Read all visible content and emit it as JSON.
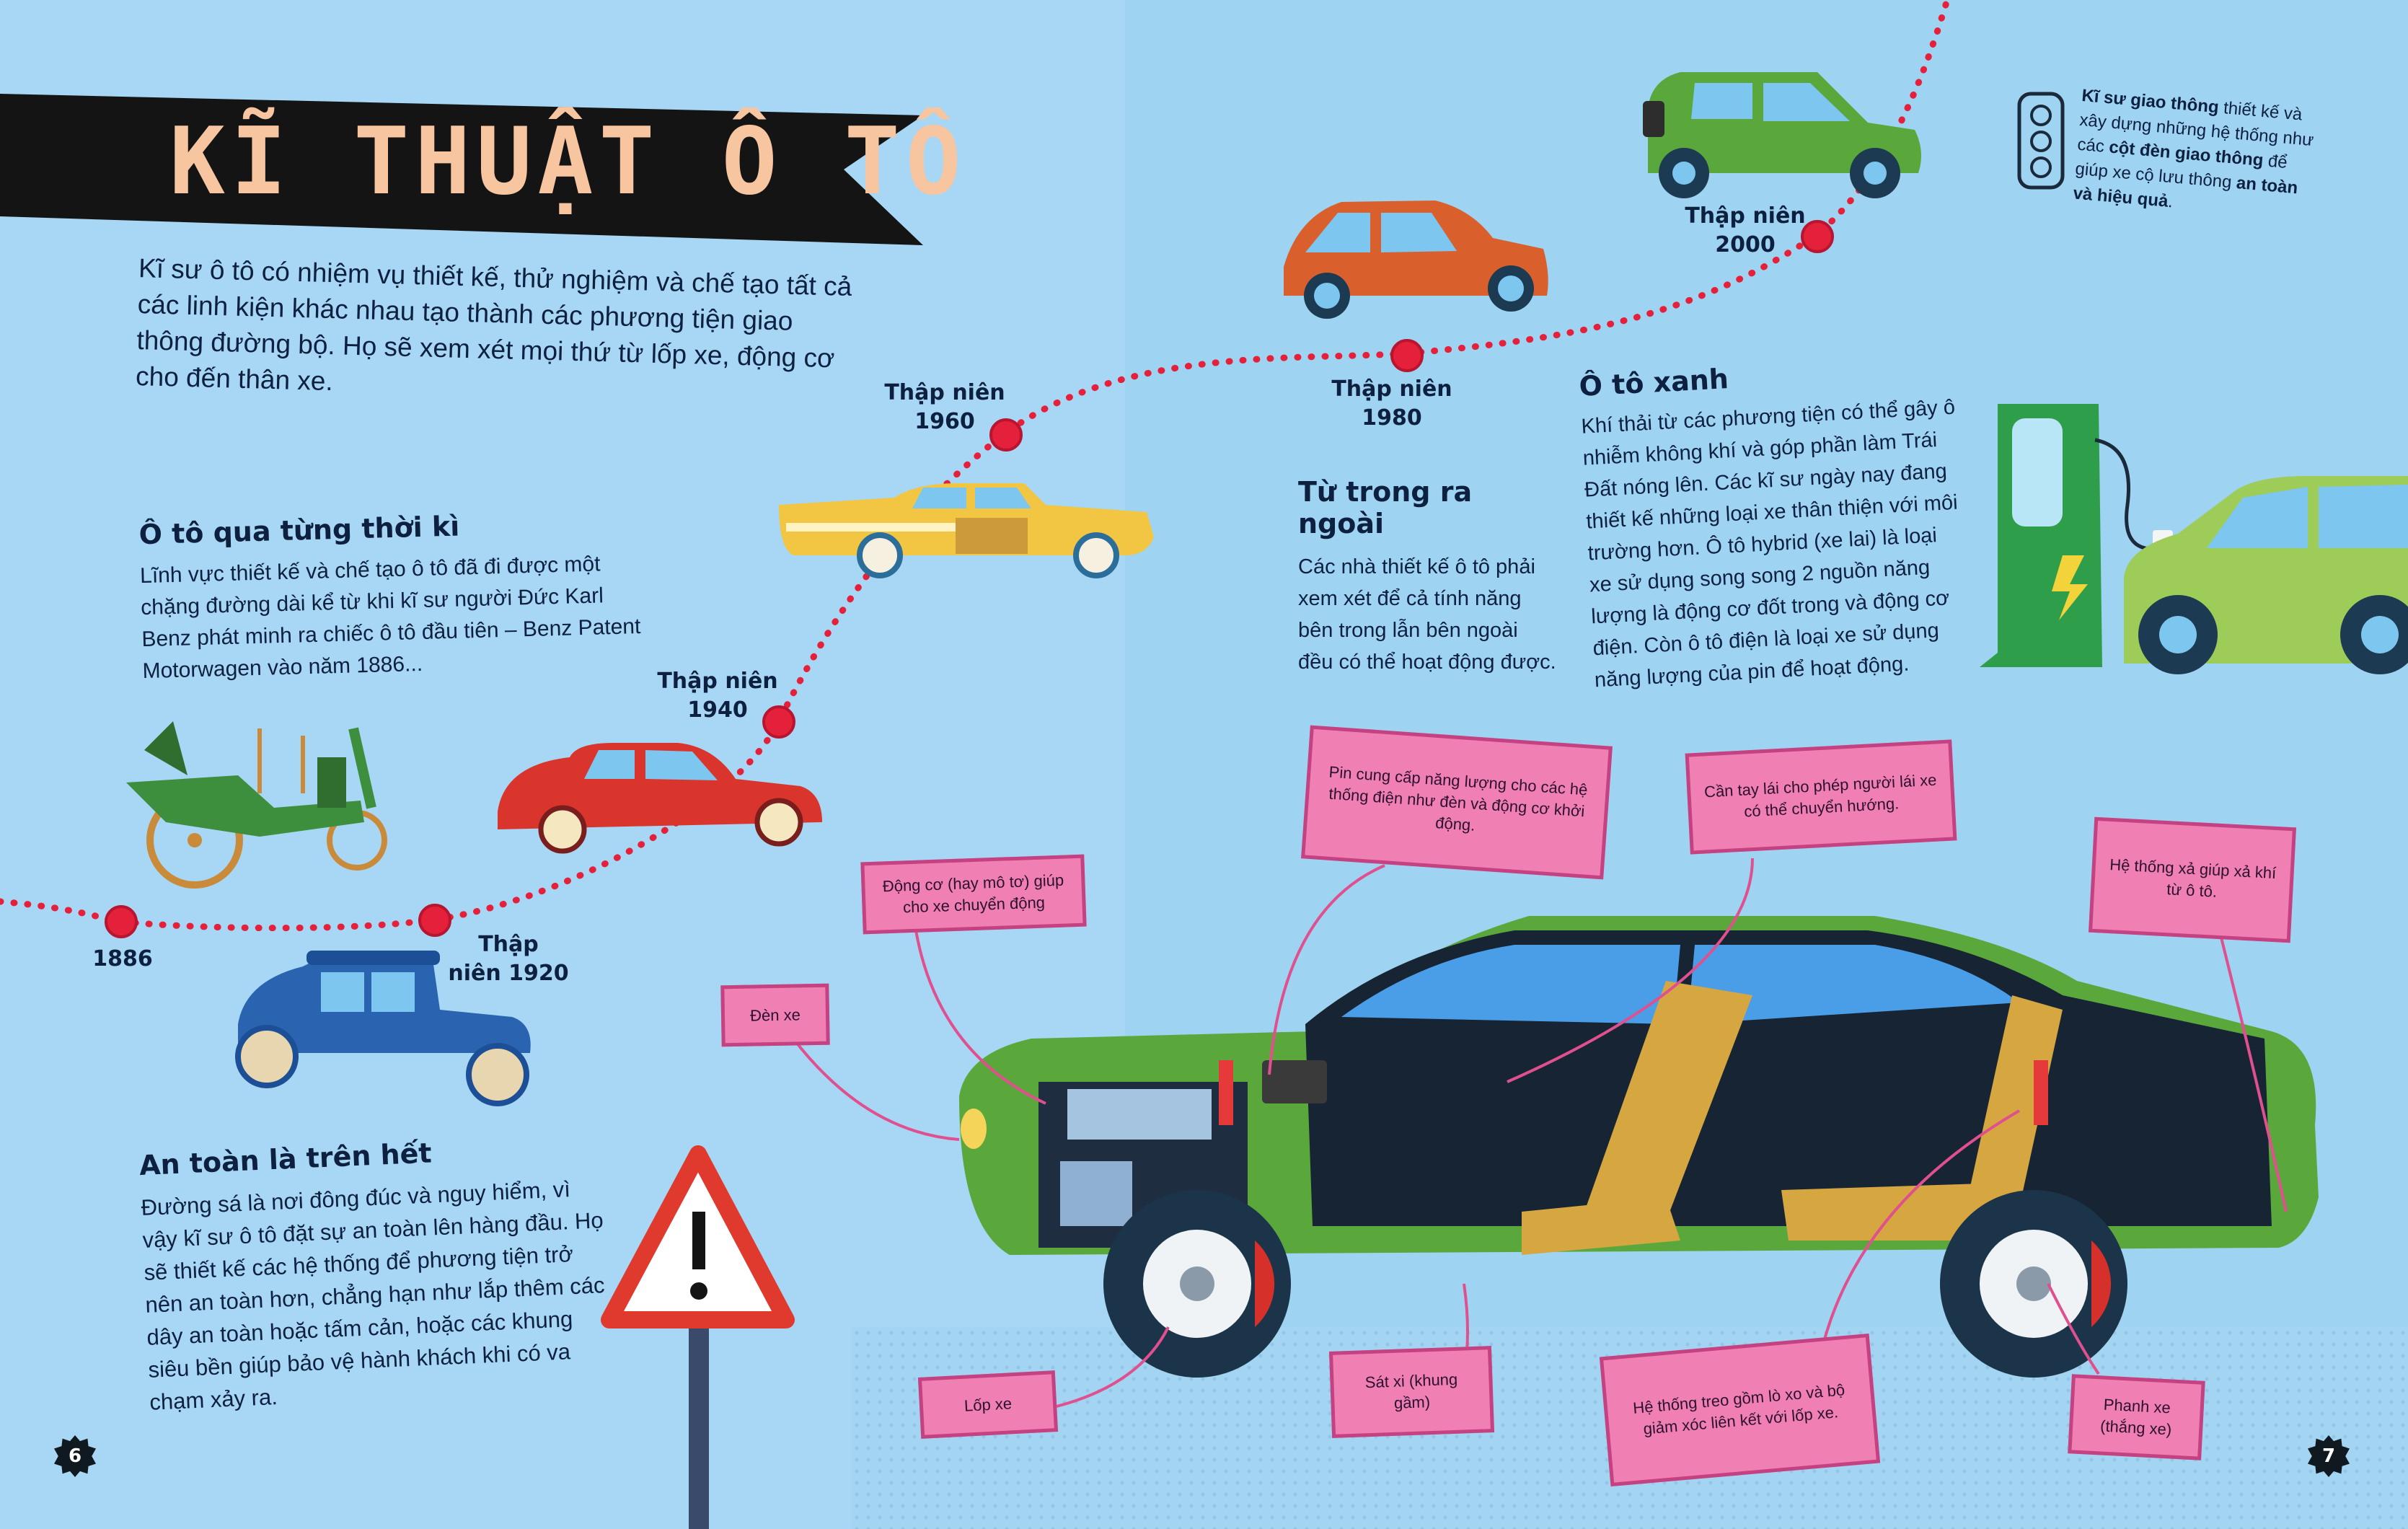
{
  "title": "KĨ THUẬT Ô TÔ",
  "intro": "Kĩ sư ô tô có nhiệm vụ thiết kế, thử nghiệm và chế tạo tất cả các linh kiện khác nhau tạo thành các phương tiện giao thông đường bộ. Họ sẽ xem xét mọi thứ từ lốp xe, động cơ cho đến thân xe.",
  "history": {
    "heading": "Ô tô qua từng thời kì",
    "text": "Lĩnh vực thiết kế và chế tạo ô tô đã đi được một chặng đường dài kể từ khi kĩ sư người Đức Karl Benz phát minh ra chiếc ô tô đầu tiên – Benz Patent Motorwagen vào năm 1886..."
  },
  "safety": {
    "heading": "An toàn là trên hết",
    "text": "Đường sá là nơi đông đúc và nguy hiểm, vì vậy kĩ sư ô tô đặt sự an toàn lên hàng đầu. Họ sẽ thiết kế các hệ thống để phương tiện trở nên an toàn hơn, chẳng hạn như lắp thêm các dây an toàn hoặc tấm cản, hoặc các khung siêu bền giúp bảo vệ hành khách khi có va chạm xảy ra."
  },
  "inside_out": {
    "heading": "Từ trong ra ngoài",
    "text": "Các nhà thiết kế ô tô phải xem xét để cả tính năng bên trong lẫn bên ngoài đều có thể hoạt động được."
  },
  "green_car": {
    "heading": "Ô tô xanh",
    "text": "Khí thải từ các phương tiện có thể gây ô nhiễm không khí và góp phần làm Trái Đất nóng lên. Các kĩ sư ngày nay đang thiết kế những loại xe thân thiện với môi trường hơn. Ô tô hybrid (xe lai) là loại xe sử dụng song song 2 nguồn năng lượng là động cơ đốt trong và động cơ điện. Còn ô tô điện là loại xe sử dụng năng lượng của pin để hoạt động."
  },
  "traffic_note": {
    "text_1": "Kĩ sư giao thông",
    "text_2": " thiết kế và xây dựng những hệ thống như các ",
    "text_3": "cột đèn giao thông",
    "text_4": " để giúp xe cộ lưu thông ",
    "text_5": "an toàn và hiệu quả",
    "text_6": "."
  },
  "timeline": [
    {
      "label": "1886"
    },
    {
      "label": "Thập\nniên 1920"
    },
    {
      "label": "Thập niên\n1940"
    },
    {
      "label": "Thập niên\n1960"
    },
    {
      "label": "Thập niên\n1980"
    },
    {
      "label": "Thập niên\n2000"
    }
  ],
  "callouts": {
    "engine": "Động cơ (hay mô tơ) giúp cho xe chuyển động",
    "battery": "Pin cung cấp năng lượng cho các hệ thống điện như đèn và động cơ khởi động.",
    "steering": "Cần tay lái cho phép người lái xe có thể chuyển hướng.",
    "exhaust": "Hệ thống xả giúp xả khí từ ô tô.",
    "headlight": "Đèn xe",
    "tyre": "Lốp xe",
    "chassis": "Sát xi (khung gầm)",
    "suspension": "Hệ thống treo gồm lò xo và bộ giảm xóc liên kết với lốp xe.",
    "brake": "Phanh xe (thắng xe)"
  },
  "pages": {
    "left": "6",
    "right": "7"
  },
  "colors": {
    "dot_red": "#e5203a",
    "label_pink": "#f07fb3",
    "banner_black": "#141414",
    "title_peach": "#f7c59f",
    "car_green": "#5aa83c"
  }
}
